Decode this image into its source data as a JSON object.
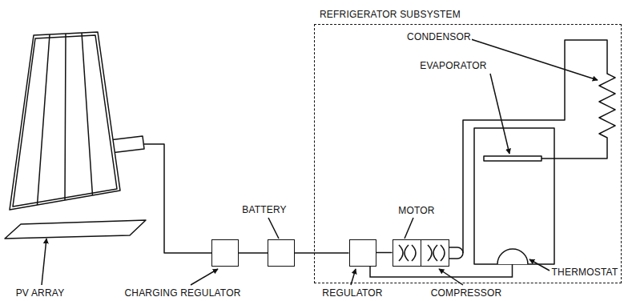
{
  "diagram": {
    "nodes": [
      {
        "text": [
          "CHARGING REGULATOR"
        ]
      },
      {
        "text": [
          "BATTERY"
        ]
      },
      {
        "text": [
          "REFRIGERATOR SUBSYSTEM"
        ]
      },
      {
        "text": [
          "REGULATOR"
        ],
        "in": 2
      },
      {
        "text": [
          "MOTOR"
        ],
        "in": 2
      },
      {
        "text": [
          "COMPRESSOR"
        ],
        "in": 2
      },
      {
        "text": [
          "THERMOSTAT"
        ],
        "in": 2
      }
    ],
    "edges": [
      {
        "from": 0,
        "to": 1,
        "arrow": "none"
      },
      {
        "from": 1,
        "to": 3,
        "arrow": "none"
      },
      {
        "from": 3,
        "to": 4,
        "arrow": "none"
      },
      {
        "from": 6,
        "to": 3,
        "arrow": "none"
      }
    ],
    "labels": [
      "PV ARRAY",
      "CONDENSOR",
      "EVAPORATOR"
    ]
  }
}
